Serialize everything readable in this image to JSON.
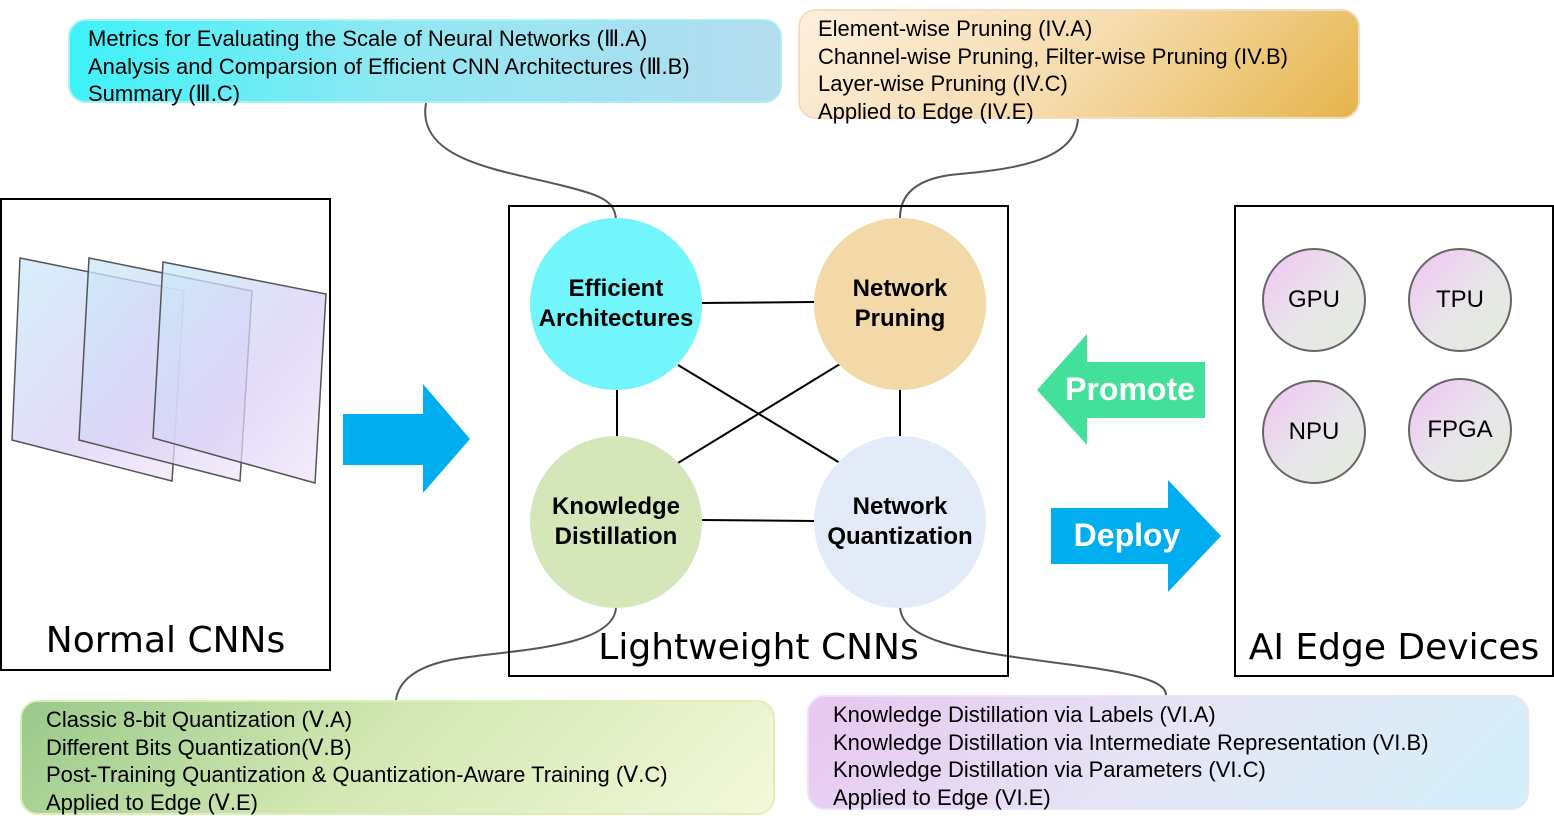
{
  "callouts": {
    "architectures": [
      "Metrics for Evaluating the Scale of Neural Networks (Ⅲ.A)",
      "Analysis and Comparsion of Efficient CNN Architectures (Ⅲ.B)",
      "Summary (Ⅲ.C)"
    ],
    "pruning": [
      "Element-wise Pruning (IV.A)",
      "Channel-wise Pruning, Filter-wise Pruning (IV.B)",
      "Layer-wise Pruning (IV.C)",
      "Applied to Edge (IV.E)"
    ],
    "quantization": [
      "Classic 8-bit Quantization (Ⅴ.A)",
      "Different Bits Quantization(Ⅴ.B)",
      "Post-Training Quantization & Quantization-Aware Training (Ⅴ.C)",
      "Applied to Edge (Ⅴ.E)"
    ],
    "distillation": [
      "Knowledge Distillation via Labels (VI.A)",
      "Knowledge Distillation via Intermediate Representation (VI.B)",
      "Knowledge Distillation via Parameters (VI.C)",
      "Applied to Edge (VI.E)"
    ]
  },
  "panels": {
    "left_label": "Normal CNNs",
    "center_label": "Lightweight CNNs",
    "right_label": "AI Edge Devices"
  },
  "nodes": {
    "architectures": "Efficient Architectures",
    "pruning": "Network Pruning",
    "distillation": "Knowledge Distillation",
    "quantization": "Network Quantization"
  },
  "devices": [
    "GPU",
    "TPU",
    "NPU",
    "FPGA"
  ],
  "arrows": {
    "promote": "Promote",
    "deploy": "Deploy"
  },
  "colors": {
    "architectures_node": "#72f6fb",
    "pruning_node": "#f2d9a7",
    "distillation_node": "#d5e7b9",
    "quantization_node": "#e3ebf8",
    "blue_arrow": "#00aeef",
    "green_arrow": "#42e09a"
  }
}
